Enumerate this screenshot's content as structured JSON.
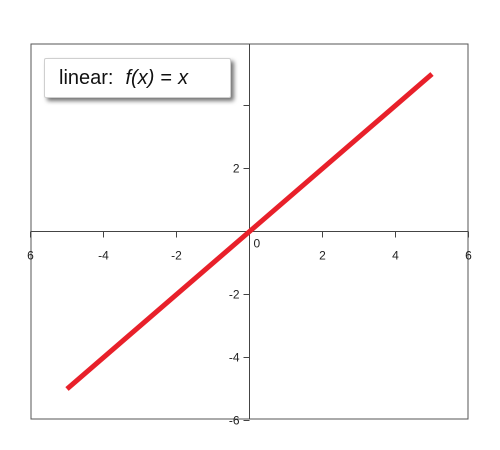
{
  "chart_data": {
    "type": "line",
    "title": "",
    "xlabel": "",
    "ylabel": "",
    "xlim": [
      -6,
      6
    ],
    "ylim": [
      -6,
      6
    ],
    "grid": false,
    "legend": {
      "placement": "top-left",
      "name": "linear:",
      "func": "f(x)",
      "eq": "=",
      "var": "x"
    },
    "line_color": "#e8202a",
    "series": [
      {
        "name": "linear: f(x) = x",
        "x": [
          -5,
          5
        ],
        "y": [
          -5,
          5
        ]
      }
    ],
    "x_ticks": [
      -6,
      -4,
      -2,
      0,
      2,
      4,
      6
    ],
    "x_tick_labels": [
      "6",
      "-4",
      "-2",
      "0",
      "2",
      "4",
      "6"
    ],
    "y_ticks": [
      -6,
      -4,
      -2,
      2
    ],
    "y_tick_labels": [
      "-6",
      "-4",
      "-2",
      "2"
    ],
    "y_extra_ticks": [
      4
    ]
  }
}
